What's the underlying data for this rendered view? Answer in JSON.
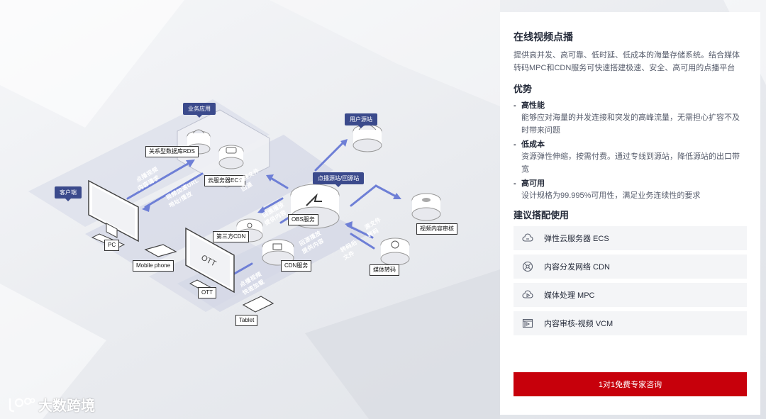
{
  "diagram": {
    "tags": {
      "client": "客户端",
      "business_app": "业务应用",
      "user_origin": "用户源站",
      "vod_origin": "点播源站/回源站"
    },
    "labels": {
      "rds": "关系型数据库RDS",
      "ecs": "云服务器ECS",
      "obs": "OBS服务",
      "third_cdn": "第三方CDN",
      "cdn": "CDN服务",
      "media_transcode": "媒体转码",
      "video_audit": "视频内容审核",
      "pc": "PC",
      "mobile": "Mobile phone",
      "ott": "OTT",
      "tablet": "Tablet",
      "ott_screen": "OTT"
    },
    "flows": {
      "f1": "点播视频",
      "f1b": "内容请求",
      "f2": "视频加速URL",
      "f2b": "地址/播放",
      "f3": "视频文件",
      "f3b": "回源",
      "f4": "回源播放",
      "f4b": "提供内容",
      "f5": "回源播放",
      "f5b": "提供内容",
      "f6": "源文件",
      "f6b": "转码",
      "f7": "转码后",
      "f7b": "文件",
      "f8": "点播视频",
      "f8b": "快速加载"
    }
  },
  "watermark": {
    "text": "大数跨境"
  },
  "panel": {
    "title": "在线视频点播",
    "description": "提供高并发、高可靠、低时延、低成本的海量存储系统。结合媒体转码MPC和CDN服务可快速搭建极速、安全、高可用的点播平台",
    "advantages_title": "优势",
    "advantages": [
      {
        "title": "高性能",
        "text": "能够应对海量的并发连接和突发的高峰流量，无需担心扩容不及时带来问题"
      },
      {
        "title": "低成本",
        "text": "资源弹性伸缩，按需付费。通过专线到源站，降低源站的出口带宽"
      },
      {
        "title": "高可用",
        "text": "设计规格为99.995%可用性，满足业务连续性的要求"
      }
    ],
    "recommend_title": "建议搭配使用",
    "recommendations": [
      {
        "label": "弹性云服务器 ECS",
        "icon": "cloud-server-icon"
      },
      {
        "label": "内容分发网络 CDN",
        "icon": "cdn-icon"
      },
      {
        "label": "媒体处理 MPC",
        "icon": "media-play-icon"
      },
      {
        "label": "内容审核-视频 VCM",
        "icon": "video-audit-icon"
      }
    ],
    "cta_label": "1对1免费专家咨询"
  },
  "colors": {
    "accent_red": "#c7000b",
    "tag_navy": "#3b4a8c",
    "arrow_blue": "#6e7fd6"
  }
}
